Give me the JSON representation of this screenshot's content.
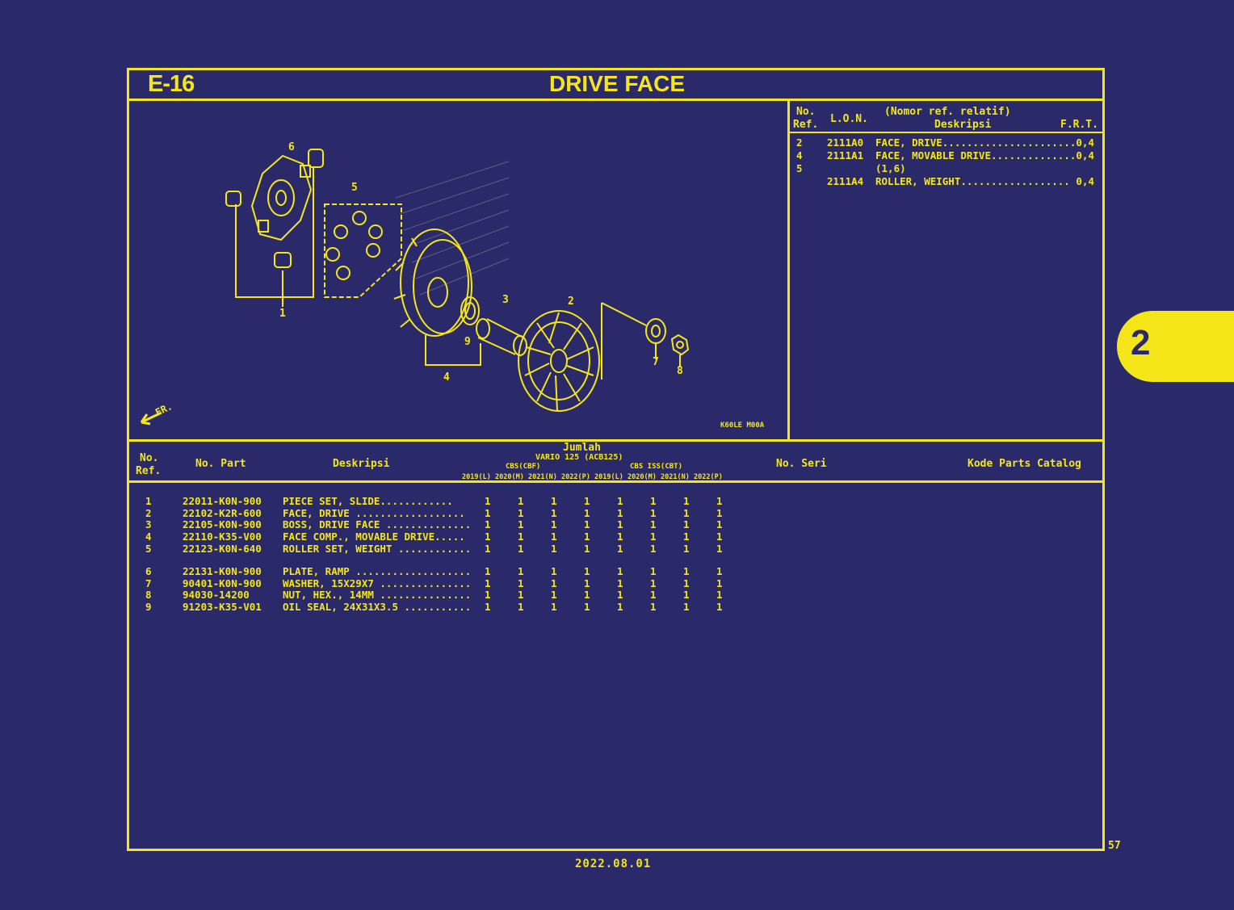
{
  "header": {
    "section_code": "E-16",
    "title": "DRIVE FACE"
  },
  "reference_table": {
    "headers": {
      "no_ref_line1": "No.",
      "no_ref_line2": "Ref.",
      "lon": "L.O.N.",
      "nomor_ref": "(Nomor ref. relatif)",
      "deskripsi": "Deskripsi",
      "frt": "F.R.T."
    },
    "rows": [
      {
        "ref": "2",
        "lon": "2111A0",
        "desc": "FACE, DRIVE......................",
        "frt": "0,4"
      },
      {
        "ref": "4",
        "lon": "2111A1",
        "desc": "FACE, MOVABLE DRIVE..............",
        "frt": "0,4"
      },
      {
        "ref": "5",
        "lon": "",
        "desc": "(1,6)",
        "frt": ""
      },
      {
        "ref": "",
        "lon": "2111A4",
        "desc": "ROLLER, WEIGHT..................",
        "frt": "0,4"
      }
    ]
  },
  "diagram": {
    "callouts": [
      "1",
      "2",
      "3",
      "4",
      "5",
      "6",
      "7",
      "8",
      "9"
    ],
    "direction_label": "FR.",
    "diagram_code": "K60LE M00A"
  },
  "parts_table": {
    "headers": {
      "no_ref_line1": "No.",
      "no_ref_line2": "Ref.",
      "no_part": "No. Part",
      "deskripsi": "Deskripsi",
      "jumlah": "Jumlah",
      "model": "VARIO 125 (ACB125)",
      "group1": "CBS(CBF)",
      "group2": "CBS ISS(CBT)",
      "years": [
        "2019(L)",
        "2020(M)",
        "2021(N)",
        "2022(P)",
        "2019(L)",
        "2020(M)",
        "2021(N)",
        "2022(P)"
      ],
      "no_seri": "No. Seri",
      "kode_parts_catalog": "Kode Parts Catalog"
    },
    "rows": [
      {
        "ref": "1",
        "part": "22011-K0N-900",
        "desc": "PIECE SET, SLIDE............",
        "qty": [
          "1",
          "1",
          "1",
          "1",
          "1",
          "1",
          "1",
          "1"
        ]
      },
      {
        "ref": "2",
        "part": "22102-K2R-600",
        "desc": "FACE, DRIVE ..................",
        "qty": [
          "1",
          "1",
          "1",
          "1",
          "1",
          "1",
          "1",
          "1"
        ]
      },
      {
        "ref": "3",
        "part": "22105-K0N-900",
        "desc": "BOSS, DRIVE FACE ..............",
        "qty": [
          "1",
          "1",
          "1",
          "1",
          "1",
          "1",
          "1",
          "1"
        ]
      },
      {
        "ref": "4",
        "part": "22110-K35-V00",
        "desc": "FACE COMP., MOVABLE DRIVE.....",
        "qty": [
          "1",
          "1",
          "1",
          "1",
          "1",
          "1",
          "1",
          "1"
        ]
      },
      {
        "ref": "5",
        "part": "22123-K0N-640",
        "desc": "ROLLER SET, WEIGHT ............",
        "qty": [
          "1",
          "1",
          "1",
          "1",
          "1",
          "1",
          "1",
          "1"
        ]
      },
      {
        "ref": "6",
        "part": "22131-K0N-900",
        "desc": "PLATE, RAMP ...................",
        "qty": [
          "1",
          "1",
          "1",
          "1",
          "1",
          "1",
          "1",
          "1"
        ]
      },
      {
        "ref": "7",
        "part": "90401-K0N-900",
        "desc": "WASHER, 15X29X7 ...............",
        "qty": [
          "1",
          "1",
          "1",
          "1",
          "1",
          "1",
          "1",
          "1"
        ]
      },
      {
        "ref": "8",
        "part": "94030-14200",
        "desc": "NUT, HEX., 14MM ...............",
        "qty": [
          "1",
          "1",
          "1",
          "1",
          "1",
          "1",
          "1",
          "1"
        ]
      },
      {
        "ref": "9",
        "part": "91203-K35-V01",
        "desc": "OIL SEAL, 24X31X3.5 ...........",
        "qty": [
          "1",
          "1",
          "1",
          "1",
          "1",
          "1",
          "1",
          "1"
        ]
      }
    ]
  },
  "side_tab": {
    "label": "2"
  },
  "footer": {
    "page_number": "57",
    "date": "2022.08.01"
  },
  "colors": {
    "background": "#2a2a6a",
    "line": "#f5e61a"
  }
}
